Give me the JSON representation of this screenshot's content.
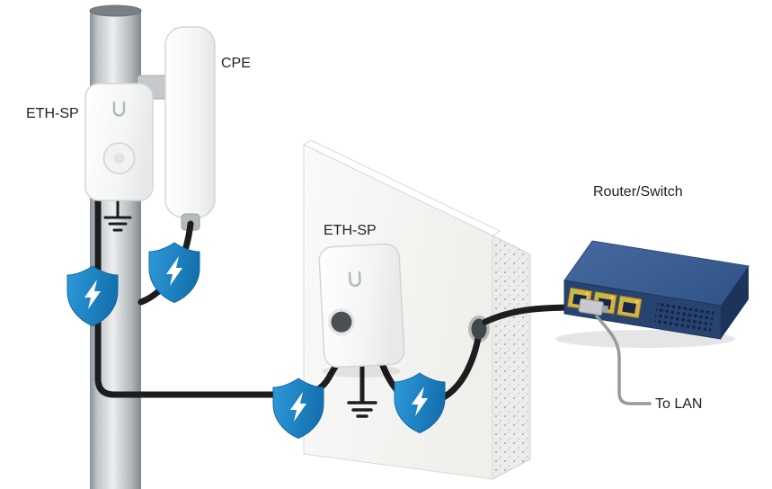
{
  "labels": {
    "pole_surge_protector": "ETH-SP",
    "cpe": "CPE",
    "wall_surge_protector": "ETH-SP",
    "router_switch": "Router/Switch",
    "to_lan": "To LAN"
  },
  "icons": {
    "surge_shield": "shield-lightning-icon",
    "ground_pole": "earth-ground-icon",
    "ground_wall": "earth-ground-icon",
    "device_logo": "ubiquiti-u-logo-icon"
  },
  "colors": {
    "shield_blue": "#2391d2",
    "shield_blue_dark": "#1470ae",
    "router_top": "#3f659b",
    "router_front": "#27436f",
    "router_side": "#1c345c",
    "port_yellow": "#d9b244",
    "port_led_green": "#6fdd55",
    "cable_black": "#1d1d1f",
    "cable_gray": "#97999b",
    "pole_gray": "#b4b9bd",
    "device_white": "#fafbfb",
    "wall_white": "#f5f5f3",
    "text": "#202124",
    "background": "#ffffff"
  }
}
